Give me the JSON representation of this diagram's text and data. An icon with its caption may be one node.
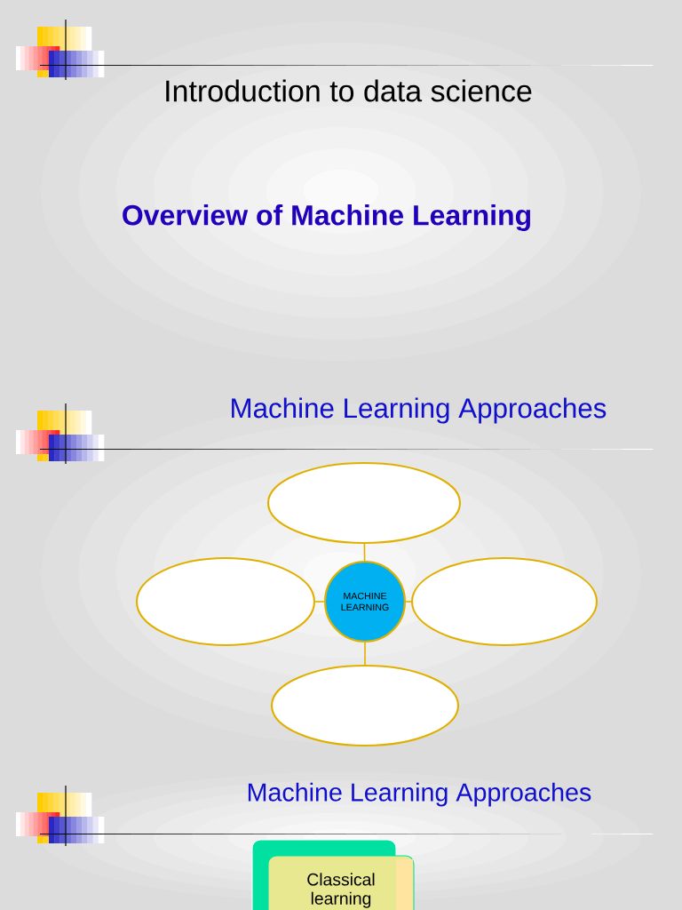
{
  "diagram": {
    "nodes": [
      {
        "text": [],
        "shape": "ellipse"
      },
      {
        "text": [],
        "shape": "ellipse"
      },
      {
        "text": [
          "MACHINE LEARNING"
        ]
      },
      {
        "text": [],
        "shape": "ellipse"
      },
      {
        "text": [],
        "shape": "ellipse"
      },
      {
        "text": [
          "Classical learning"
        ]
      }
    ],
    "edges": [
      {
        "from": 2,
        "to": 0,
        "arrow": "none"
      },
      {
        "from": 2,
        "to": 1,
        "arrow": "none"
      },
      {
        "from": 2,
        "to": 3,
        "arrow": "none"
      },
      {
        "from": 2,
        "to": 4,
        "arrow": "none"
      }
    ],
    "labels": [
      "Introduction to data science",
      "Overview of Machine Learning",
      "Machine Learning Approaches",
      "Machine Learning Approaches"
    ]
  }
}
